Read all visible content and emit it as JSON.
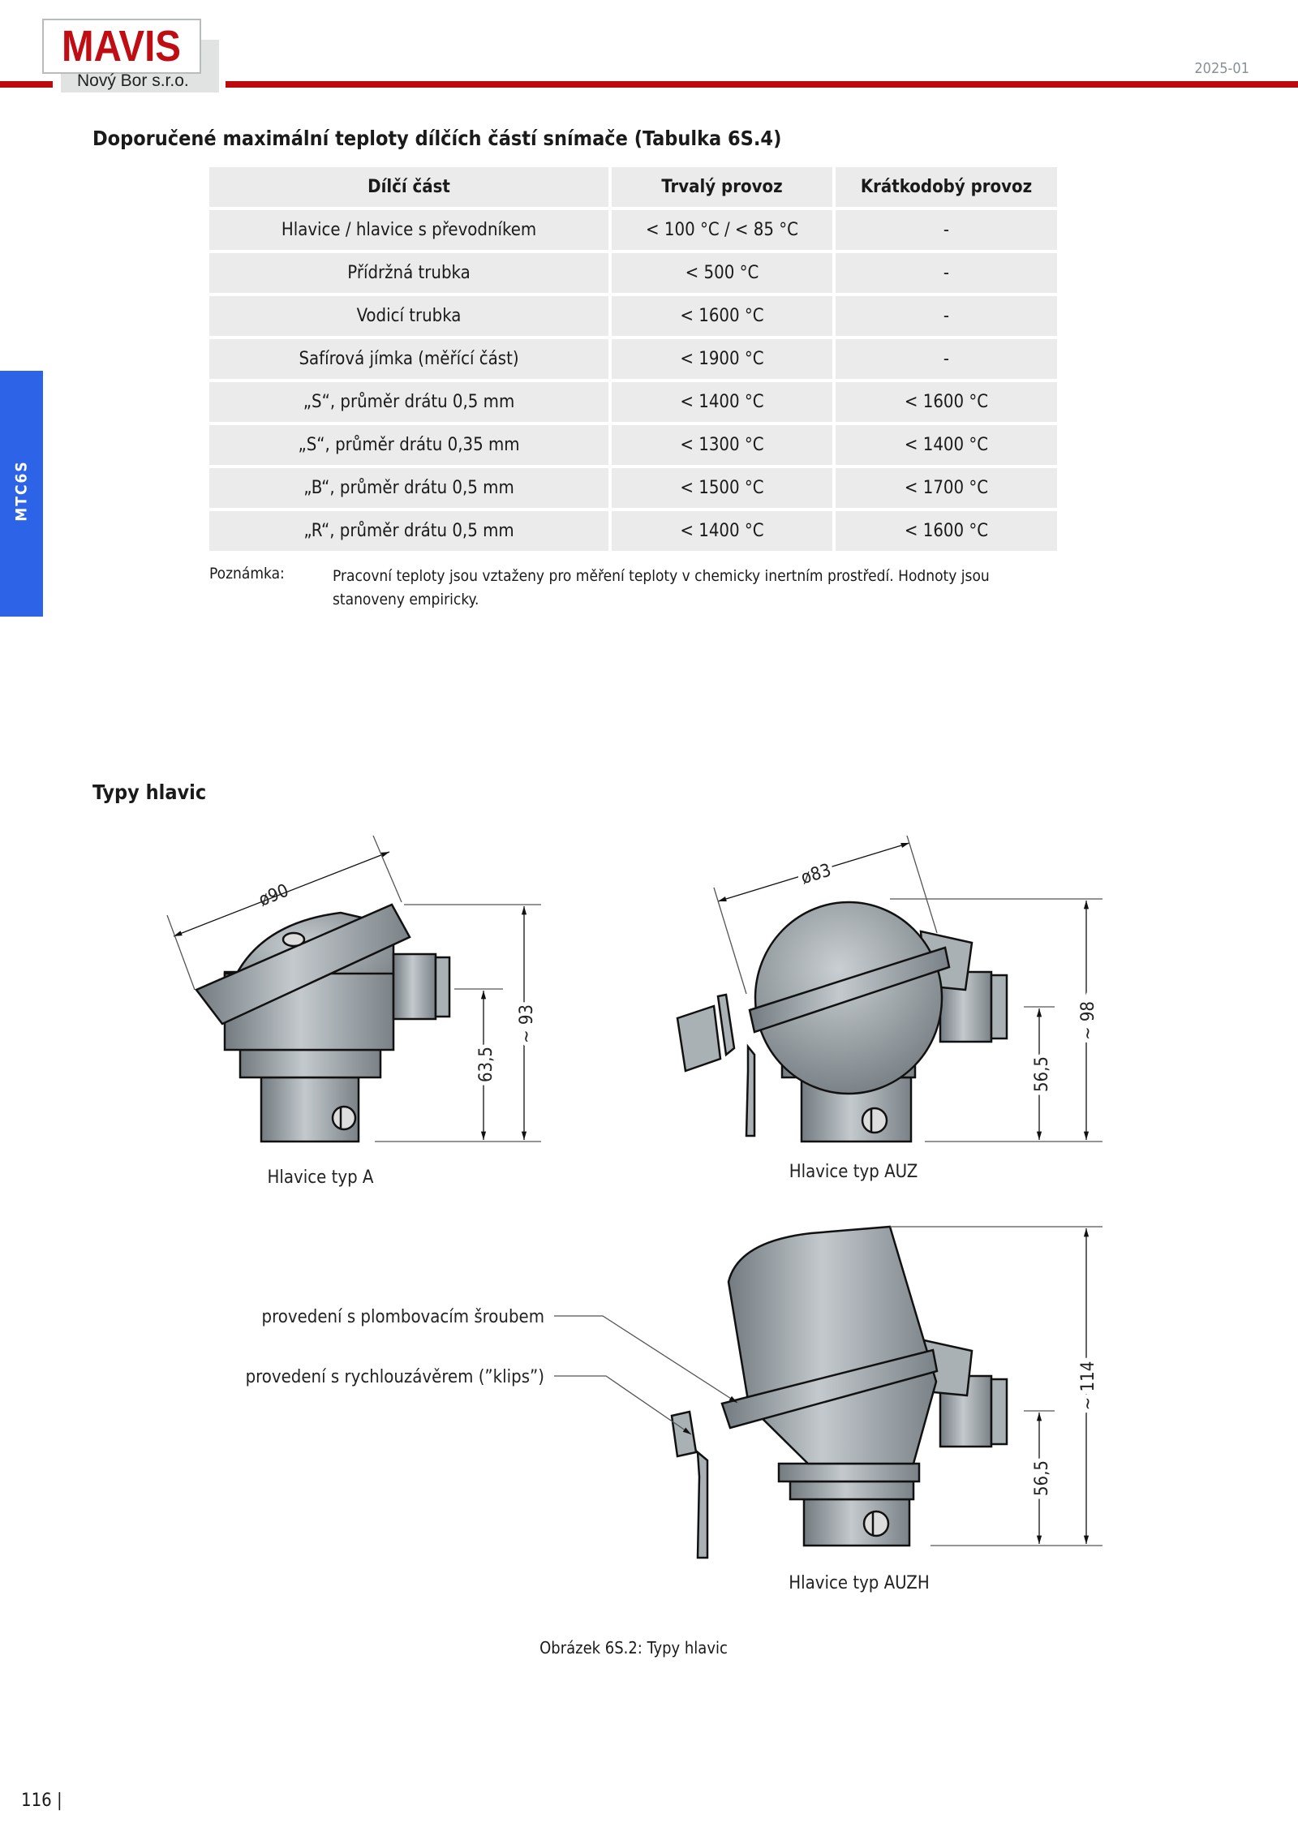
{
  "header": {
    "logo": "MAVIS",
    "company": "Nový Bor s.r.o.",
    "date": "2025-01"
  },
  "side_tab": {
    "label": "MTC6S"
  },
  "table_section": {
    "title": "Doporučené maximální teploty dílčích částí snímače (Tabulka 6S.4)",
    "columns": [
      "Dílčí část",
      "Trvalý provoz",
      "Krátkodobý provoz"
    ],
    "rows": [
      [
        "Hlavice / hlavice s převodníkem",
        "< 100 °C / < 85 °C",
        "-"
      ],
      [
        "Přídržná trubka",
        "< 500 °C",
        "-"
      ],
      [
        "Vodicí trubka",
        "< 1600 °C",
        "-"
      ],
      [
        "Safírová jímka (měřící část)",
        "< 1900 °C",
        "-"
      ],
      [
        "„S“, průměr drátu 0,5 mm",
        "< 1400 °C",
        "< 1600 °C"
      ],
      [
        "„S“, průměr drátu 0,35 mm",
        "< 1300 °C",
        "< 1400 °C"
      ],
      [
        "„B“, průměr drátu 0,5 mm",
        "< 1500 °C",
        "< 1700 °C"
      ],
      [
        "„R“, průměr drátu 0,5 mm",
        "< 1400 °C",
        "< 1600 °C"
      ]
    ],
    "note_label": "Poznámka:",
    "note_text": "Pracovní teploty jsou vztaženy pro měření teploty v chemicky inertním prostředí. Hodnoty jsou stanoveny empiricky."
  },
  "figure": {
    "section_title": "Typy hlavic",
    "head_a": {
      "label": "Hlavice typ A",
      "diameter": "ø90",
      "height_total": "~ 93",
      "height_lower": "63,5"
    },
    "head_auz": {
      "label": "Hlavice typ AUZ",
      "diameter": "ø83",
      "height_total": "~ 98",
      "height_lower": "56,5"
    },
    "head_auzh": {
      "label": "Hlavice typ AUZH",
      "height_total": "~ 114",
      "height_lower": "56,5"
    },
    "callouts": [
      "provedení s plombovacím šroubem",
      "provedení s rychlouzávěrem (”klips”)"
    ],
    "caption": "Obrázek 6S.2: Typy hlavic"
  },
  "footer": {
    "page": "116 |"
  }
}
